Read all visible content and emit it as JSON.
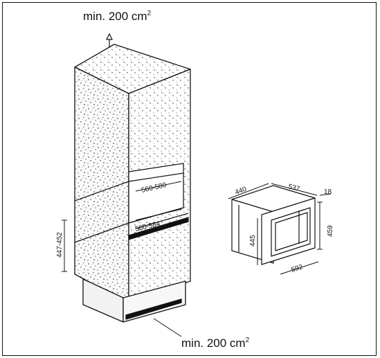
{
  "labels": {
    "top_ventilation": {
      "text": "min. 200 cm",
      "superscript": "2"
    },
    "bottom_ventilation": {
      "text": "min. 200 cm",
      "superscript": "2"
    }
  },
  "cabinet_dimensions": {
    "niche_width": "560-580",
    "niche_depth": "560-584",
    "niche_height": "447-452"
  },
  "appliance_dimensions": {
    "depth": "440",
    "width": "537",
    "front_offset": "18",
    "height_front": "459",
    "height_body": "445",
    "width_body": "592"
  }
}
